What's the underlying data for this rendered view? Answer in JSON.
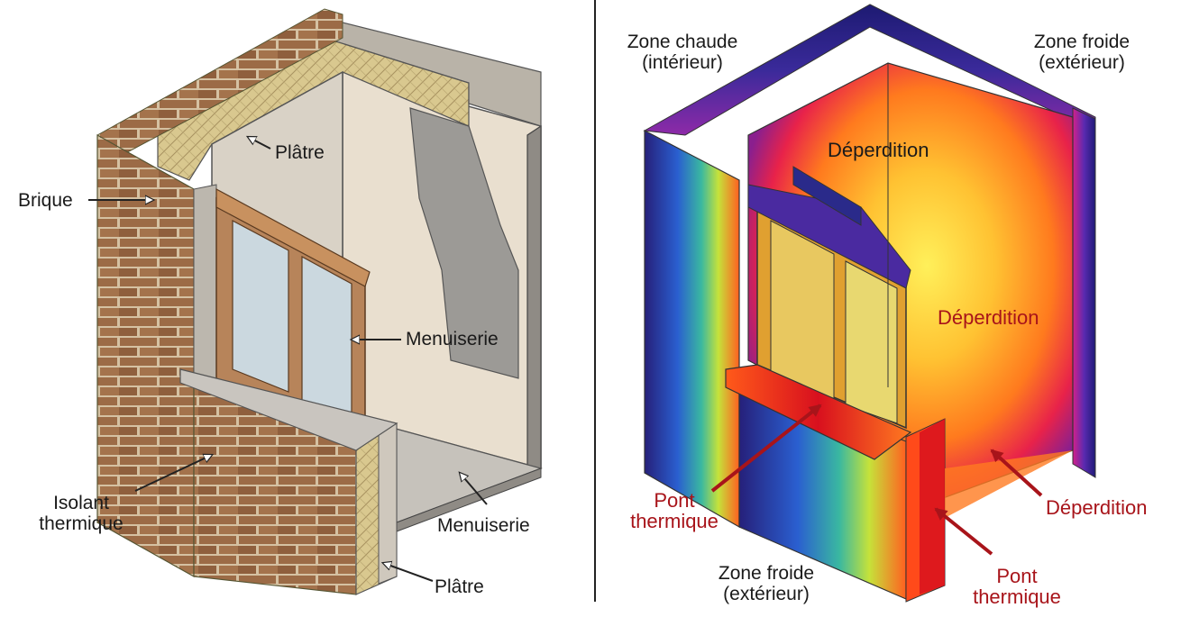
{
  "left_diagram": {
    "labels": {
      "brique": "Brique",
      "platre_top": "Plâtre",
      "menuiserie_window": "Menuiserie",
      "isolant_line1": "Isolant",
      "isolant_line2": "thermique",
      "menuiserie_bottom": "Menuiserie",
      "platre_bottom": "Plâtre"
    }
  },
  "right_diagram": {
    "labels": {
      "zone_chaude_line1": "Zone chaude",
      "zone_chaude_line2": "(intérieur)",
      "zone_froide_top_line1": "Zone froide",
      "zone_froide_top_line2": "(extérieur)",
      "deperdition_top": "Déperdition",
      "deperdition_mid": "Déperdition",
      "deperdition_right": "Déperdition",
      "pont_left_line1": "Pont",
      "pont_left_line2": "thermique",
      "pont_right_line1": "Pont",
      "pont_right_line2": "thermique",
      "zone_froide_bottom_line1": "Zone froide",
      "zone_froide_bottom_line2": "(extérieur)"
    }
  },
  "colors": {
    "brick": "#9a6a45",
    "mortar": "#d9c6a8",
    "insulation": "#d8c690",
    "plaster": "#e8e0d4",
    "wood": "#b7845a",
    "glass": "#cbd8df",
    "arrow_red": "#a8141a",
    "thermal_hot": "#ffee55",
    "thermal_cold": "#1a1670"
  }
}
